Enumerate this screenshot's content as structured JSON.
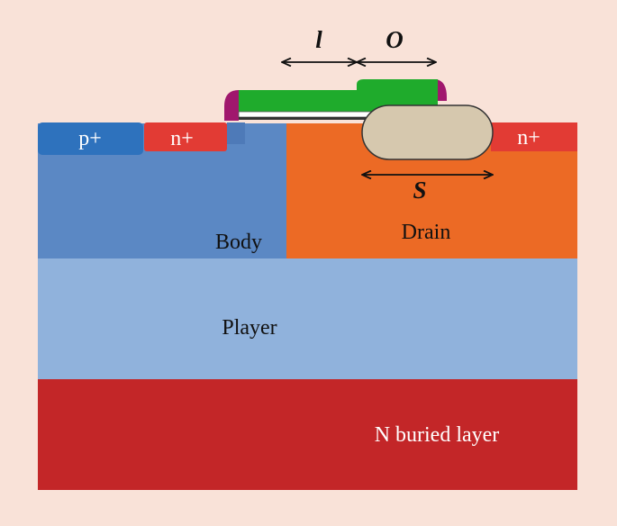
{
  "colors": {
    "background": "#f9e2d8",
    "body_region": "#5b88c4",
    "p_plus": "#2e72bd",
    "n_plus": "#e23b34",
    "drain_region": "#ec6a25",
    "p_layer": "#90b2dc",
    "n_buried_layer": "#c32628",
    "gate": "#1fab2c",
    "gate_spacer": "#a0176d",
    "oxide": "#d6c8ae"
  },
  "labels": {
    "p_plus": "p+",
    "n_plus_source": "n+",
    "n_plus_drain": "n+",
    "body": "Body",
    "drain": "Drain",
    "p_layer": "Player",
    "n_buried": "N buried layer"
  },
  "dimensions": {
    "l": "l",
    "o": "O",
    "s": "S"
  }
}
